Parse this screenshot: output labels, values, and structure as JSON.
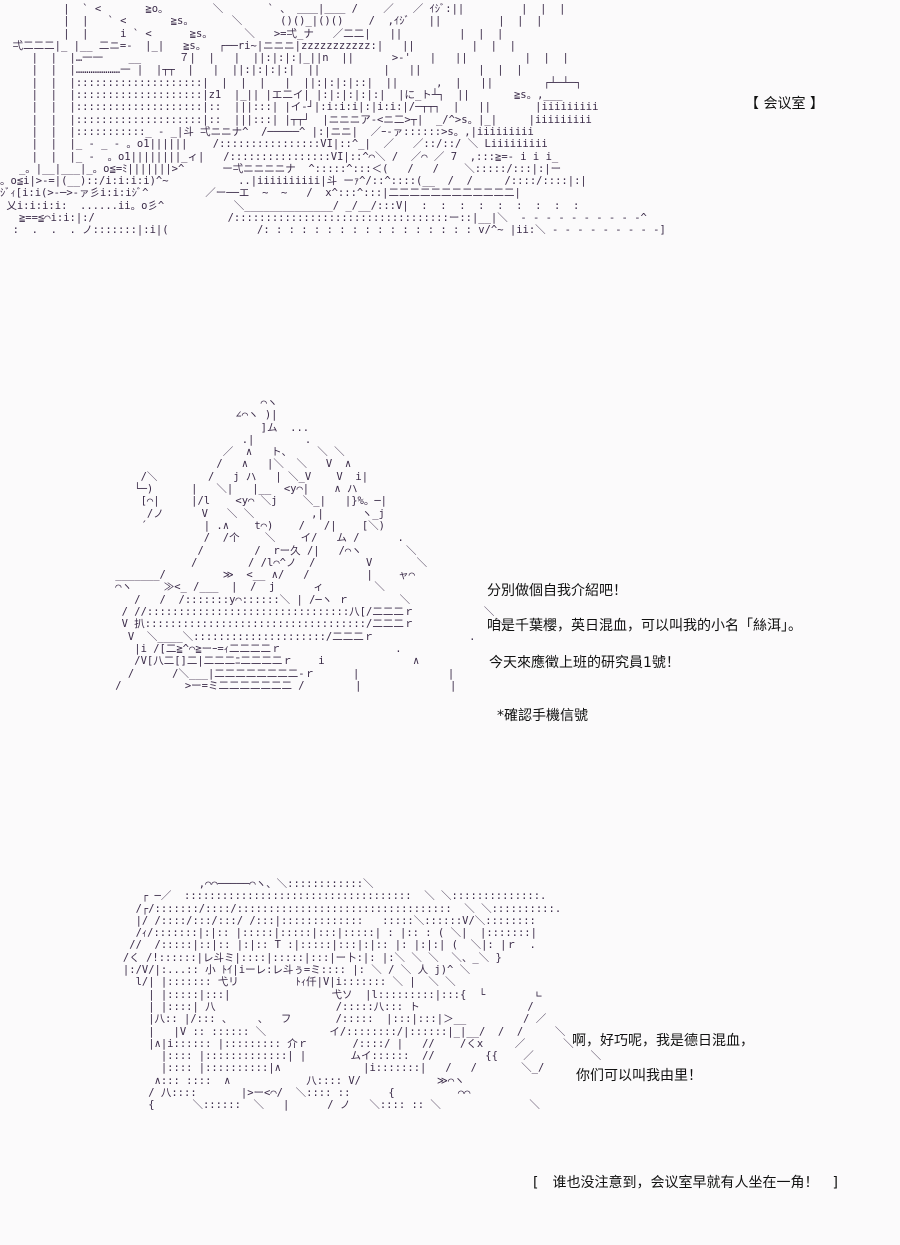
{
  "panel1": {
    "caption": "【 会议室 】",
    "art": [
      "          |  ` <       ≧o。       ＼       ` 、 ＿＿|＿＿ /    ／   ／ ｲｼﾞ:||         |  |  |",
      "          |  |   ` <       ≧s。      ＼      ()()_|()()    /  ,ｲｼﾞ   ||         |  |  |",
      "          |  |     i ` <      ≧s。     ＼   >=弌_ナ   ／二二|   ||         |  |  |",
      "  弌二二二|_ |__ 二ニ=-  |_|   ≧s。  ┌──ri~|ニニニ|zzzzzzzzzzz:|   ||         |  |  |",
      "     |  |  |…一一    __      ７|  |   |  ||:|:|:|_||n  ||      >-'   |   ||         |  |  |",
      "     |  |  |…………………一 |  |┬┬  |   |  ||:|:|:|:|  ||          |   ||         |  |  |",
      "     |  |  |::::::::::::::::::::|  |  |  |   |  ||:|:|:|::|  ||      ,  |   ||        ┌┴─┴─┐",
      "     |  |  |::::::::::::::::::::|z1  |_|| |エ二イ| |:|:|:|:|:|  |に_ト┴┐  ||       ≧s。,___",
      "     |  |  |::::::::::::::::::::|::  |||:::| |イ-┘|:i:i:i|:|i:i:|/─┬┬┐  |   ||       |iiiiiiiii",
      "     |  |  |::::::::::::::::::::|::  |||:::| |┬┬┘  |ニニニア-<ニ二>┬|  _/^>s。|_|     |iiiiiiiii",
      "     |  |  |:::::::::::_ - _|斗 弌ニニナ^  /─────^ |:|ニニ|  ／ｰ-ァ::::::>s。,|iiiiiiiii",
      "     |  |  |_ - _ - 。o1||||||    /::::::::::::::::VI|::^_|  ／   ／::/::/ ＼ Liiiiiiiii",
      "     |  |  |_ -  。o1||||||||_ィ|   /::::::::::::::::VI|::^⌒＼ /  ／⌒ ／ 7  ,:::≧=- i i i_",
      "   _。|__|___|_。o≦=ﾐ|||||||>^      ー弌ニニニニナ  ^:::::^:::＜(   /   /    ＼:::::/:::|:|ー",
      "。o≦i|>-=|(__)::/i:i:i:i)^~           ..|iiiiiiiiii|斗 ーｧ^/::^::::(__  /  /     /::::/::::|:|",
      "ｼﾞｨ[i:i(>-─>-ァ彡i:i:iｼﾞ^         ／ー──エ  ~  ~   /  x^:::^:::|二二二二二二二二二二二二|",
      " 乂i:i:i:i:  ......ii。o彡^           ＼______________/ _/__/:::V|  :  :  :  :  :  :  :  :  :",
      "   ≧==≦⌒i:i:|:/                     /::::::::::::::::::::::::::::::::::ー::|__|＼  - - - - - - - - - -^",
      "  :  .  .  . ノ:::::::|:i|(              /: : : : : : : : : : : : : : : : : v/^~ |ii:＼ - - - - - - - - -]"
    ]
  },
  "panel2": {
    "lines": [
      "分別做個自我介紹吧！",
      "咱是千葉櫻，英日混血，可以叫我的小名「絲洱」。",
      "今天來應徵上班的研究員1號！",
      "*確認手機信號"
    ],
    "art": [
      "                           ⌒ヽ",
      "                       ∠⌒ヽ )|",
      "                           ]ム  ...",
      "                        .|        .",
      "                     ／  ∧   ト、    ＼ ＼",
      "                    /   ∧   |＼  ＼   V  ∧",
      "        /＼        /   j ハ   | ＼_V    V  i|",
      "       └─)      |   ＼|   |__  <y⌒|    ∧ ハ",
      "        [⌒|     |/l    <y⌒ ＼j    ＼_|   |}%。─|",
      "         /ノ      V   ＼ ＼         ,|      ヽ_j",
      "        ´         | .∧    t⌒)    /   /|    [＼)",
      "                  /  /个    ＼    イ/   ム /      .",
      "                 /        /  rー久 /|   /⌒ヽ       ＼",
      "                /        / /l⌒^ノ  /        V       ＼",
      "    _______/         ≫  <__ ∧/   /         |    ャ⌒",
      "    ⌒ヽ     ≫<_ /___  |  /  j      ィ        ＼",
      "       /   /  /:::::::y⌒::::::＼ | /─ヽ ｒ        ＼",
      "     / //::::::::::::::::::::::::::::::::八[/二二二ｒ           ＼",
      "     V 扒:::::::::::::::::::::::::::::::::::/二二二ｒ             ＼",
      "      V  ＼____＼:::::::::::::::::::::/二二二ｒ               .",
      "       |i /[二≧^⌒≧ーｰ=ｨ二二二二ｒ                  .",
      "       /V[八二[]二|二二二ﾆ二二二二ｒ    i              ∧",
      "      /      /＼___|二二二二二二二二-ｒ      |              |",
      "    /          >ー=ミ二二二二二二二 /        |              |"
    ]
  },
  "panel3": {
    "lines": [
      "啊，好巧呢，我是德日混血，",
      "你们可以叫我由里！"
    ],
    "caption": "[　谁也没注意到，会议室早就有人坐在一角！　]",
    "art": [
      "                  ,⌒⌒─────⌒ヽ、＼::::::::::::＼",
      "         ┌ ─／  ::::::::::::::::::::::::::::::::::::  ＼ ＼::::::::::::::.",
      "        /┌/:::::::/::::/::::::::::::::::::::::::::::::::::  ＼ ＼::::::::::.",
      "        |/ /::::/:::/:::/ /:::|:::::::::::::   :::::＼::::::V/＼::::::::",
      "        /ｨ/:::::::|:|:: |:::::|:::::|:::|:::::| : |:: : ( ＼|  |:::::::|",
      "       //  /:::::|::|:: |:|:: T :|:::::|:::|:|:: |: |:|:| (  ＼|: |ｒ  .",
      "      /く /!::::::|レ斗ミ|::::|:::::|:::|ー卜:|: |:＼ ＼ ＼  ＼、_＼ }",
      "      |:/V/|:...:: 小 ﾄｲ|iーレ:レ斗ぅ=ミ:::: |: ＼ / ＼ 人 j)^ ＼",
      "        l/| |::::::: 弋リ         ﾄｨ仟|V|i::::::: ＼ |  ＼ ＼",
      "          | |:::::|:::|                弋ソ  |l:::::::::|:::{  └        ∟",
      "          | |::::| 八                   /:::::八::: ト                 /",
      "          |八:: |/::: 、    、  フ       /:::::  |:::|:::|＞__         / ／",
      "          |   |V :: :::::: ＼          イ/::::::::/|::::::|_|__/  /  /     ＼",
      "          |∧|i:::::: |::::::::: 介ｒ       /::::/ |   //    /くx     ／      ＼",
      "            |:::: |:::::::::::::| |       ムイ::::::  //        {{    ／         ＼",
      "            |:::: |::::::::::|∧             |i:::::::|   /   /       ＼_/",
      "           ∧::: ::::  ∧            八:::: V/            ≫⌒ヽ",
      "          / 八::::       |>ー<⌒/  ＼:::: ::      {          ⌒⌒",
      "          {      ＼::::::  ＼   |      / ノ   ＼:::: :: ＼              ＼"
    ]
  }
}
